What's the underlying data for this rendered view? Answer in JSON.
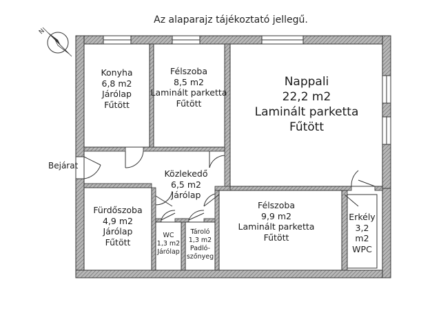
{
  "note": "Az alaparajz tájékoztató jellegű.",
  "entrance": "Bejárat",
  "rooms": {
    "konyha": {
      "name": "Konyha",
      "area": "6,8 m2",
      "floor": "Járólap",
      "heating": "Fűtött"
    },
    "felszoba1": {
      "name": "Félszoba",
      "area": "8,5 m2",
      "floor": "Laminált parketta",
      "heating": "Fűtött"
    },
    "nappali": {
      "name": "Nappali",
      "area": "22,2 m2",
      "floor": "Laminált parketta",
      "heating": "Fűtött"
    },
    "kozlekedo": {
      "name": "Közlekedő",
      "area": "6,5 m2",
      "floor": "Járólap"
    },
    "furdoszoba": {
      "name": "Fürdőszoba",
      "area": "4,9 m2",
      "floor": "Járólap",
      "heating": "Fűtött"
    },
    "wc": {
      "name": "WC",
      "area": "1,3 m2",
      "floor": "Járólap"
    },
    "tarolo": {
      "name": "Tároló",
      "area": "1,3 m2",
      "floor_line1": "Padló-",
      "floor_line2": "szőnyeg"
    },
    "felszoba2": {
      "name": "Félszoba",
      "area": "9,9 m2",
      "floor": "Laminált parketta",
      "heating": "Fűtött"
    },
    "erkely": {
      "name": "Erkély",
      "area": "3,2 m2",
      "floor": "WPC"
    }
  },
  "colors": {
    "wall": "#9a9a9a",
    "wall_edge": "#333333",
    "line": "#222222"
  }
}
